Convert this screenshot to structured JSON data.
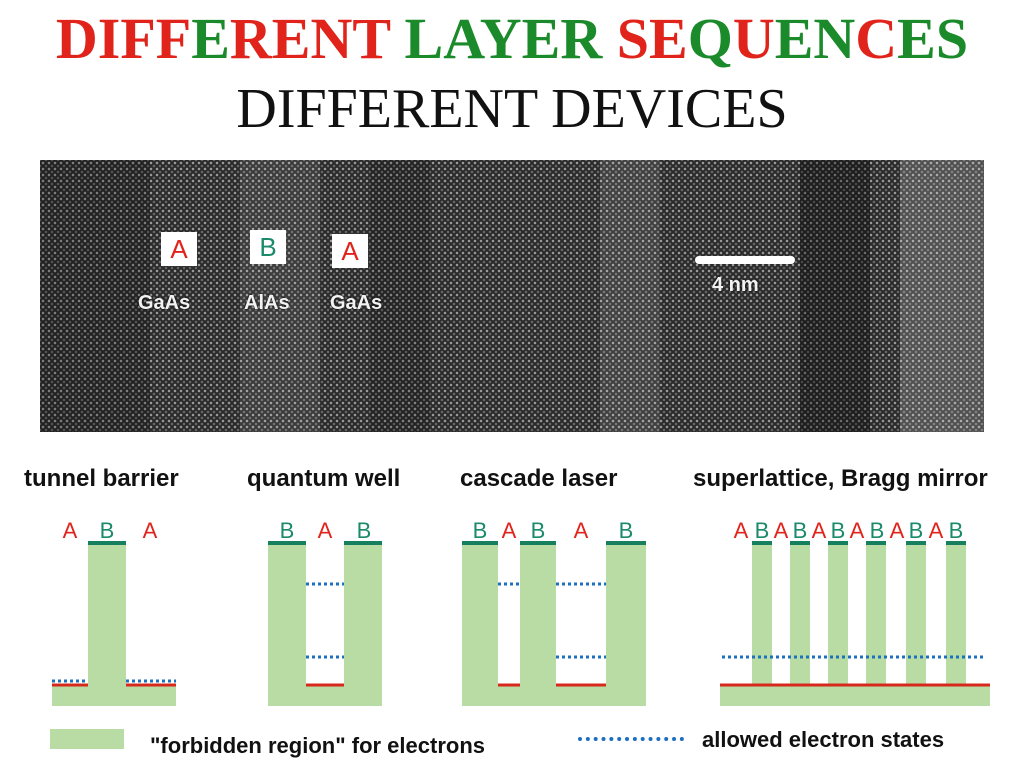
{
  "title_line1": [
    {
      "text": "D",
      "color": "#e0241b"
    },
    {
      "text": "I",
      "color": "#e0241b"
    },
    {
      "text": "F",
      "color": "#e0241b"
    },
    {
      "text": "F",
      "color": "#e0241b"
    },
    {
      "text": "E",
      "color": "#1b8a2a"
    },
    {
      "text": "R",
      "color": "#e0241b"
    },
    {
      "text": "E",
      "color": "#e0241b"
    },
    {
      "text": "N",
      "color": "#e0241b"
    },
    {
      "text": "T",
      "color": "#e0241b"
    },
    {
      "text": " ",
      "color": "#e0241b"
    },
    {
      "text": "L",
      "color": "#1b8a2a"
    },
    {
      "text": "A",
      "color": "#1b8a2a"
    },
    {
      "text": "Y",
      "color": "#1b8a2a"
    },
    {
      "text": "E",
      "color": "#1b8a2a"
    },
    {
      "text": "R",
      "color": "#1b8a2a"
    },
    {
      "text": " ",
      "color": "#1b8a2a"
    },
    {
      "text": "S",
      "color": "#e0241b"
    },
    {
      "text": "E",
      "color": "#e0241b"
    },
    {
      "text": "Q",
      "color": "#1b8a2a"
    },
    {
      "text": "U",
      "color": "#e0241b"
    },
    {
      "text": "E",
      "color": "#1b8a2a"
    },
    {
      "text": "N",
      "color": "#1b8a2a"
    },
    {
      "text": "C",
      "color": "#e0241b"
    },
    {
      "text": "E",
      "color": "#1b8a2a"
    },
    {
      "text": "S",
      "color": "#1b8a2a"
    }
  ],
  "title_line2": "DIFFERENT DEVICES",
  "micrograph": {
    "tags": [
      "A",
      "B",
      "A"
    ],
    "materials": [
      "GaAs",
      "AlAs",
      "GaAs"
    ],
    "scale_label": "4 nm"
  },
  "devices": [
    {
      "title": "tunnel barrier",
      "sequence": [
        "A",
        "B",
        "A"
      ]
    },
    {
      "title": "quantum well",
      "sequence": [
        "B",
        "A",
        "B"
      ]
    },
    {
      "title": "cascade laser",
      "sequence": [
        "B",
        "A",
        "B",
        "A",
        "B"
      ]
    },
    {
      "title": "superlattice, Bragg mirror",
      "sequence": [
        "A",
        "B",
        "A",
        "B",
        "A",
        "B",
        "A",
        "B",
        "A",
        "B",
        "A",
        "B"
      ]
    }
  ],
  "legend": {
    "forbidden": "\"forbidden region\" for electrons",
    "allowed": "allowed electron states"
  },
  "colors": {
    "layer_a": "#e0241b",
    "layer_b": "#1b8a6b",
    "forbidden_fill": "#b8dca4",
    "allowed_states": "#1d6fc0",
    "band_edge": "#d6281c",
    "barrier_top": "#16805e"
  }
}
